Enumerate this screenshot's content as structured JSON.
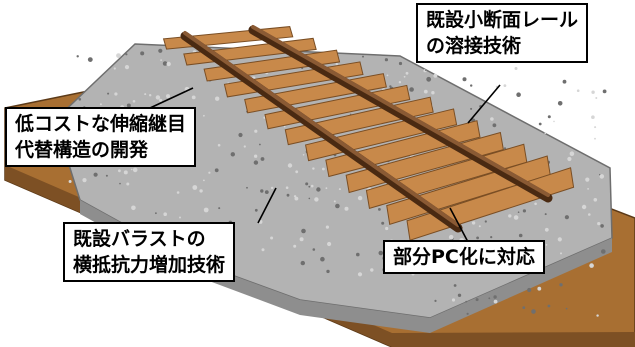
{
  "colors": {
    "soil": "#a86f32",
    "soil_dark": "#7d5024",
    "ballast": "#b3b3b3",
    "ballast_dark": "#8e8e8e",
    "tie": "#c8894a",
    "rail": "#6b3d1e",
    "callout_border": "#000000",
    "callout_text": "#000000"
  },
  "callouts": {
    "welding": {
      "line1": "既設小断面レール",
      "line2": "の溶接技術"
    },
    "expansion": {
      "line1": "低コストな伸縮継目",
      "line2": "代替構造の開発"
    },
    "ballast": {
      "line1": "既設バラストの",
      "line2": "横抵抗力増加技術"
    },
    "pc": {
      "line1": "部分PC化に対応"
    }
  }
}
